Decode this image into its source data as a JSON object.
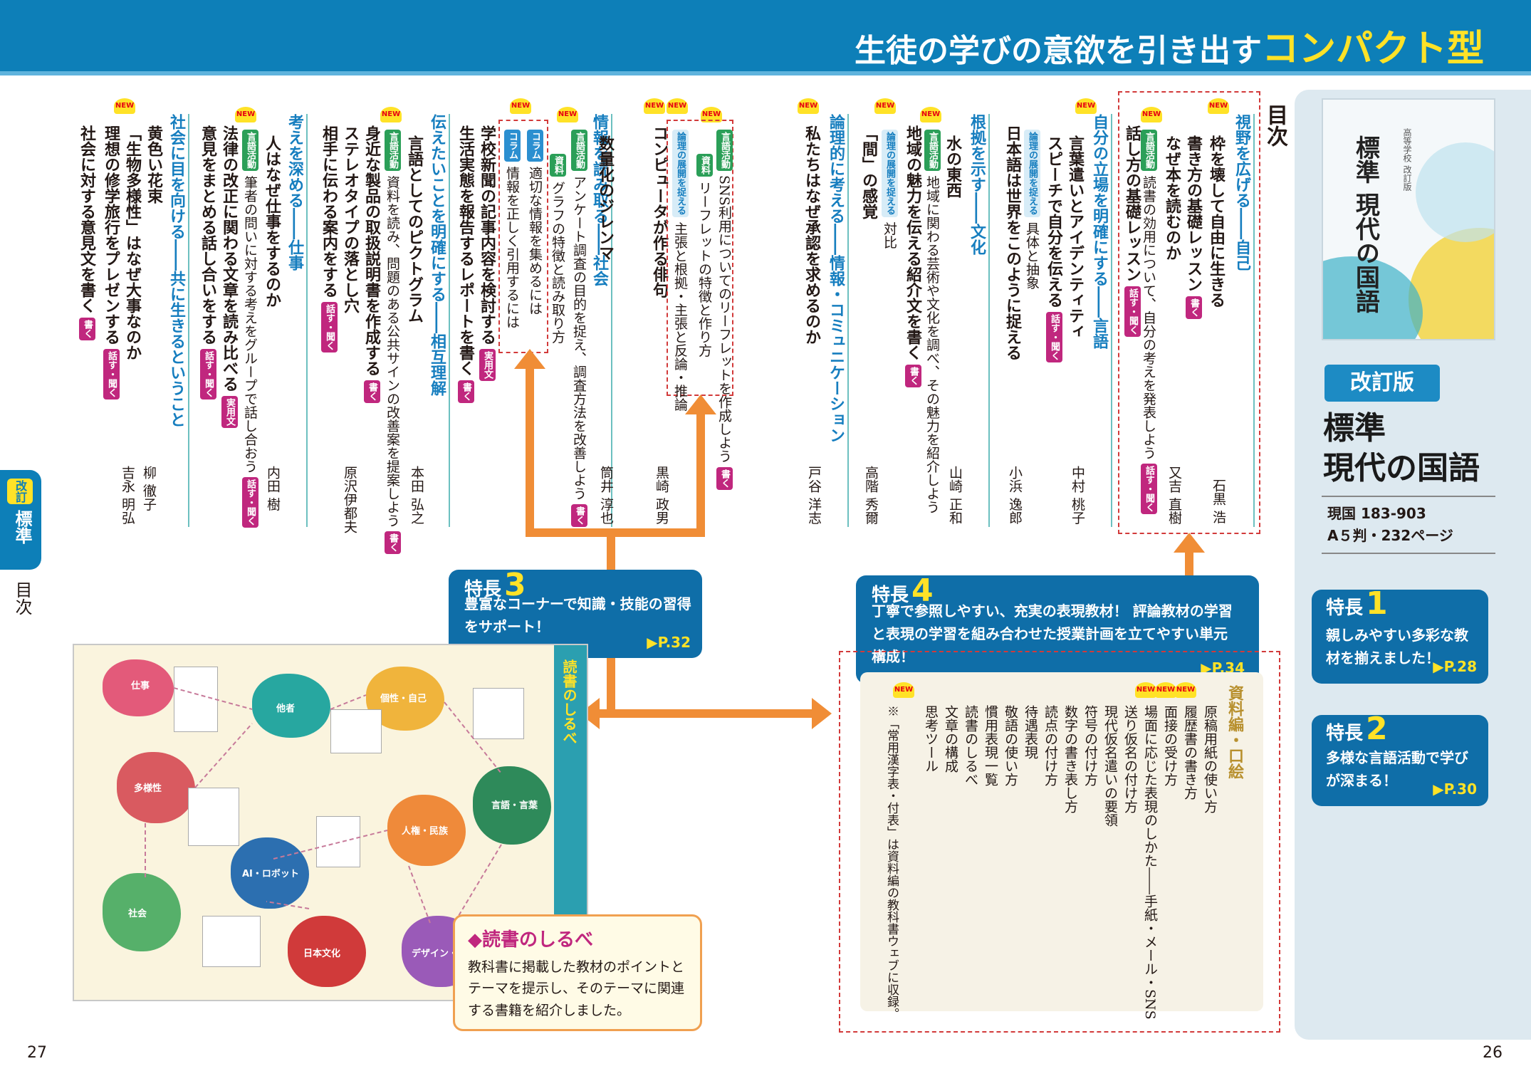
{
  "header": {
    "title_main": "生徒の学びの意欲を引き出す",
    "title_highlight": "コンパクト型"
  },
  "side_tab": {
    "revised": "改訂",
    "label": "標準",
    "page_label": "目次"
  },
  "toc": {
    "heading": "目次",
    "sections": [
      {
        "section": "視野を広げる――自己",
        "items": [
          {
            "title": "枠を壊して自由に生きる",
            "author": "石黒 浩"
          },
          {
            "title": "書き方の基礎レッスン",
            "tag": "書く"
          },
          {
            "title": "なぜ本を読むのか",
            "author": "又吉 直樹"
          },
          {
            "label": "言語活動",
            "text": "読書の効用について、自分の考えを発表しよう",
            "tag": "話す・聞く"
          },
          {
            "title": "話し方の基礎レッスン",
            "tag": "話す・聞く"
          }
        ]
      },
      {
        "section": "自分の立場を明確にする――言語",
        "items": [
          {
            "title": "言葉遣いとアイデンティティ",
            "author": "中村 桃子"
          },
          {
            "title": "スピーチで自分を伝える",
            "tag": "話す・聞く"
          },
          {
            "label": "論理の展開を捉える",
            "text": "具体と抽象"
          },
          {
            "title": "日本語は世界をこのように捉える",
            "author": "小浜 逸郎"
          }
        ]
      },
      {
        "section": "根拠を示す――文化",
        "items": [
          {
            "title": "水の東西",
            "author": "山崎 正和"
          },
          {
            "label": "言語活動",
            "text": "地域に関わる芸術や文化を調べ、その魅力を紹介しよう"
          },
          {
            "title": "地域の魅力を伝える紹介文を書く",
            "tag": "書く"
          },
          {
            "label": "論理の展開を捉える",
            "text": "対比"
          },
          {
            "title": "「間」の感覚",
            "author": "高階 秀爾"
          }
        ]
      },
      {
        "section": "論理的に考える――情報・コミュニケーション",
        "items": [
          {
            "title": "私たちはなぜ承認を求めるのか",
            "author": "戸谷 洋志"
          }
        ]
      },
      {
        "section": "情報を読み取る――社会",
        "items": [
          {
            "title": "コンピュータが作る俳句",
            "author": "黒崎 政男"
          },
          {
            "label": "論理の展開を捉える",
            "text": "主張と根拠・主張と反論・推論"
          },
          {
            "label": "資料",
            "text": "リーフレットの特徴と作り方"
          },
          {
            "label": "言語活動",
            "text": "SNS利用についてのリーフレットを作成しよう",
            "tag": "書く"
          },
          {
            "title": "数量化のジレンマ",
            "author": "筒井 淳也"
          },
          {
            "label": "言語活動",
            "text": "アンケート調査の目的を捉え、調査方法を改善しよう",
            "tag": "書く"
          },
          {
            "label": "資料",
            "text": "グラフの特徴と読み取り方"
          }
        ]
      },
      {
        "section": "伝えたいことを明確にする――相互理解",
        "items": [
          {
            "label": "コラム",
            "text": "適切な情報を集めるには"
          },
          {
            "label": "コラム",
            "text": "情報を正しく引用するには"
          },
          {
            "title": "学校新聞の記事内容を検討する",
            "tag": "実用文"
          },
          {
            "title": "生活実態を報告するレポートを書く",
            "tag": "書く"
          },
          {
            "title": "言語としてのピクトグラム",
            "author": "本田 弘之"
          },
          {
            "label": "言語活動",
            "text": "資料を読み、問題のある公共サインの改善案を提案しよう",
            "tag": "書く"
          },
          {
            "title": "身近な製品の取扱説明書を作成する",
            "tag": "書く"
          },
          {
            "title": "ステレオタイプの落とし穴",
            "author": "原沢伊都夫"
          },
          {
            "title": "相手に伝わる案内をする",
            "tag": "話す・聞く"
          }
        ]
      },
      {
        "section": "考えを深める――仕事",
        "items": [
          {
            "title": "人はなぜ仕事をするのか",
            "author": "内田 樹"
          },
          {
            "label": "言語活動",
            "text": "筆者の問いに対する考えをグループで話し合おう",
            "tag": "話す・聞く"
          },
          {
            "title": "法律の改正に関わる文章を読み比べる",
            "tag": "実用文"
          },
          {
            "title": "意見をまとめる話し合いをする",
            "tag": "話す・聞く"
          }
        ]
      },
      {
        "section": "社会に目を向ける――共に生きるということ",
        "items": [
          {
            "title": "黄色い花束",
            "author": "柳 徹子"
          },
          {
            "title": "「生物多様性」はなぜ大事なのか",
            "author": "吉永 明弘"
          },
          {
            "title": "理想の修学旅行をプレゼンする",
            "tag": "話す・聞く"
          },
          {
            "title": "社会に対する意見文を書く",
            "tag": "書く"
          }
        ]
      }
    ],
    "new_mark": "NEW"
  },
  "appendix": {
    "heading": "資料編・口絵",
    "items": [
      "原稿用紙の使い方",
      "履歴書の書き方",
      "面接の受け方",
      "場面に応じた表現のしかた――手紙・メール・SNS",
      "送り仮名の付け方",
      "現代仮名遣いの要領",
      "符号の付け方",
      "数字の書き表し方",
      "読点の付け方",
      "待遇表現",
      "敬語の使い方",
      "慣用表現一覧",
      "読書のしるべ",
      "文章の構成",
      "思考ツール",
      "※「常用漢字表・付表」は資料編の教科書ウェブに収録。"
    ]
  },
  "book": {
    "cover_title": "標準 現代の国語",
    "cover_small": "高等学校 改訂版",
    "revised_badge": "改訂版",
    "name": "標準\n現代の国語",
    "code": "現国 183-903",
    "spec": "A５判・232ページ"
  },
  "features": [
    {
      "label": "特長",
      "num": "1",
      "desc": "親しみやすい多彩な教材を揃えました！",
      "page": "▶P.28"
    },
    {
      "label": "特長",
      "num": "2",
      "desc": "多様な言語活動で学びが深まる！",
      "page": "▶P.30"
    },
    {
      "label": "特長",
      "num": "3",
      "desc": "豊富なコーナーで知識・技能の習得をサポート！",
      "page": "▶P.32"
    },
    {
      "label": "特長",
      "num": "4",
      "desc": "丁寧で参照しやすい、充実の表現教材！ 評論教材の学習と表現の学習を組み合わせた授業計画を立てやすい単元構成！",
      "page": "▶P.34"
    }
  ],
  "dokusho": {
    "title": "◆読書のしるべ",
    "body": "教科書に掲載した教材のポイントとテーマを提示し、そのテーマに関連する書籍を紹介しました。",
    "spread_title": "読書のしるべ",
    "themes": [
      "仕事",
      "他者",
      "個性・自己",
      "言語・言葉",
      "多様性",
      "AI・ロボット",
      "人権・民族",
      "社会",
      "日本文化",
      "デザイン・設計"
    ]
  },
  "pages": {
    "left": "27",
    "right": "26"
  },
  "colors": {
    "header": "#0d7fb8",
    "accent_yellow": "#ffe227",
    "feature": "#0f6ea8",
    "orange": "#f08d36",
    "tag_magenta": "#c0277e",
    "section_blue": "#167ebf"
  }
}
